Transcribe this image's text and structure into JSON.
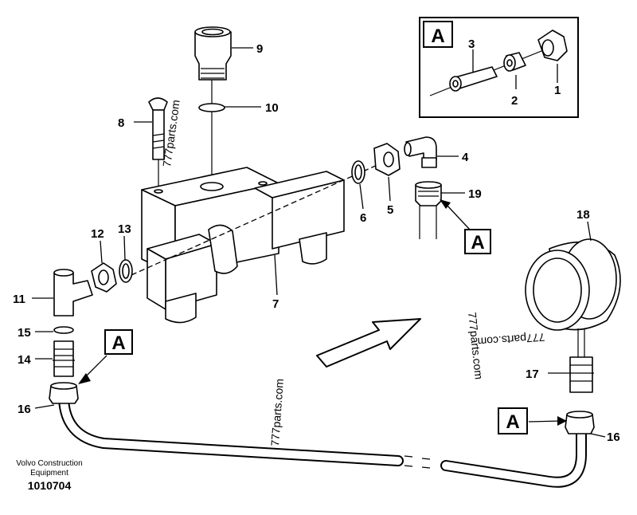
{
  "callouts": {
    "c1": "1",
    "c2": "2",
    "c3": "3",
    "c4": "4",
    "c5": "5",
    "c6": "6",
    "c7": "7",
    "c8": "8",
    "c9": "9",
    "c10": "10",
    "c11": "11",
    "c12": "12",
    "c13": "13",
    "c14": "14",
    "c15": "15",
    "c16a": "16",
    "c16b": "16",
    "c17": "17",
    "c18": "18",
    "c19": "19"
  },
  "detail_refs": {
    "inset": "A",
    "ref_upper_right": "A",
    "ref_left": "A",
    "ref_bottom_right": "A"
  },
  "watermarks": {
    "w1": "777parts.com",
    "w2": "777parts.com",
    "w3": "777parts.com",
    "w4": "777parts.com"
  },
  "footer": {
    "manufacturer_line1": "Volvo Construction",
    "manufacturer_line2": "Equipment",
    "drawing_number": "1010704"
  }
}
